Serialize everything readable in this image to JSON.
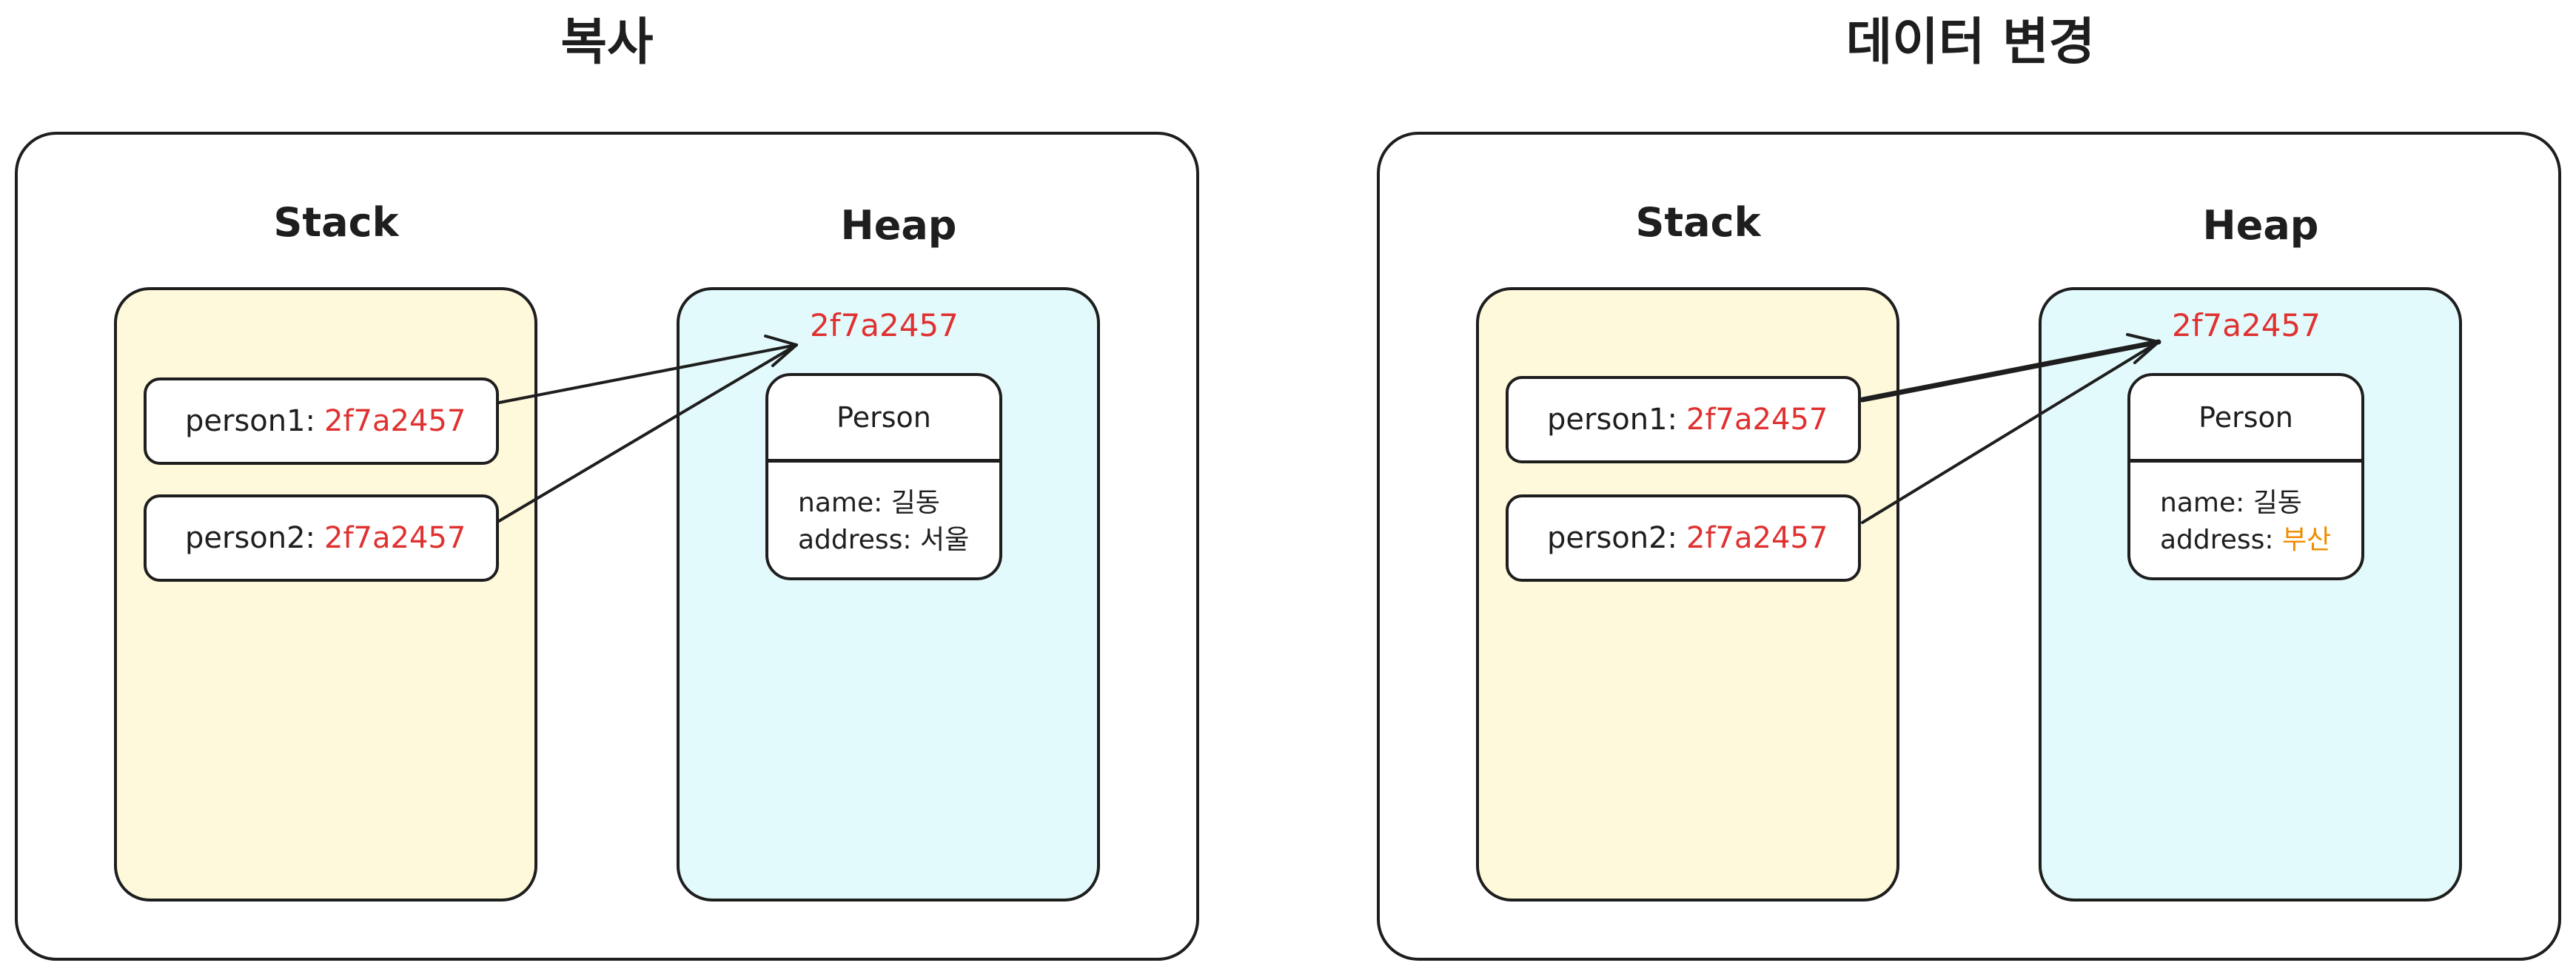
{
  "panels": [
    {
      "title": "복사",
      "stack_label": "Stack",
      "heap_label": "Heap",
      "stack_vars": [
        {
          "name": "person1:",
          "address": "2f7a2457"
        },
        {
          "name": "person2:",
          "address": "2f7a2457"
        }
      ],
      "heap_address": "2f7a2457",
      "object": {
        "class_name": "Person",
        "name_key": "name:",
        "name_value": "길동",
        "address_key": "address:",
        "address_value": "서울"
      }
    },
    {
      "title": "데이터 변경",
      "stack_label": "Stack",
      "heap_label": "Heap",
      "stack_vars": [
        {
          "name": "person1:",
          "address": "2f7a2457"
        },
        {
          "name": "person2:",
          "address": "2f7a2457"
        }
      ],
      "heap_address": "2f7a2457",
      "object": {
        "class_name": "Person",
        "name_key": "name:",
        "name_value": "길동",
        "address_key": "address:",
        "address_value": "부산"
      }
    }
  ],
  "colors": {
    "stroke": "#1e1e1e",
    "stack_fill": "#fff9db",
    "heap_fill": "#e3fafc",
    "address_text": "#e03131",
    "changed_value": "#f08c00"
  }
}
